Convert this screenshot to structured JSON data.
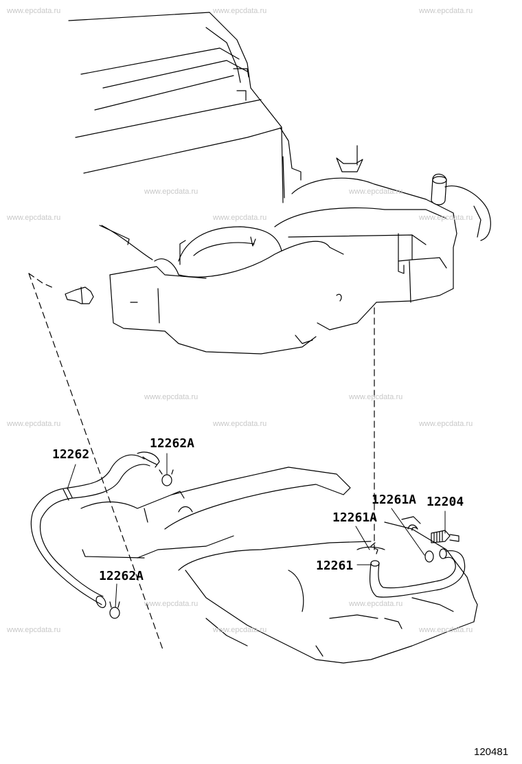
{
  "watermark": "www.epcdata.ru",
  "diagram_id": "120481",
  "callouts": {
    "hose_12262": "12262",
    "clamp_12262A_top": "12262A",
    "clamp_12262A_bottom": "12262A",
    "clamp_12261A_right": "12261A",
    "clamp_12261A_left": "12261A",
    "valve_12204": "12204",
    "hose_12261": "12261"
  }
}
